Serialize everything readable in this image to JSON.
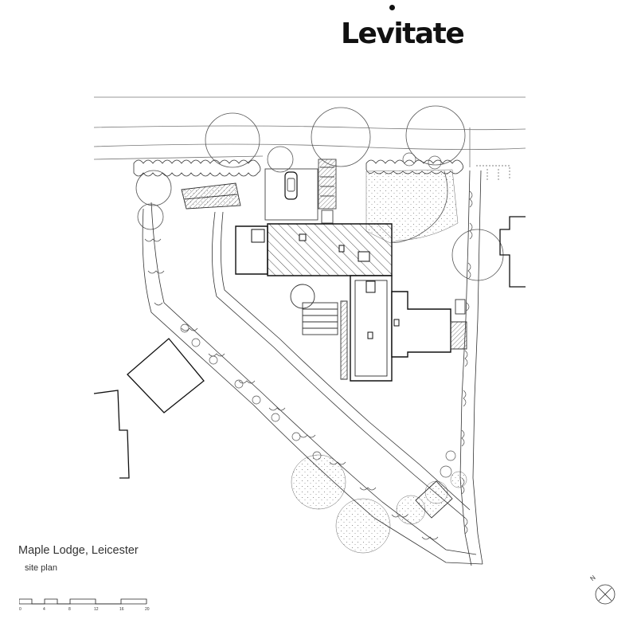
{
  "brand": {
    "name": "Levitate"
  },
  "drawing": {
    "title": "Maple Lodge, Leicester",
    "subtitle": "site plan"
  },
  "north_arrow": {
    "label": "N"
  },
  "scale_bar": {
    "ticks": [
      "0",
      "4",
      "8",
      "12",
      "16",
      "20"
    ]
  },
  "colors": {
    "ink": "#111111",
    "line": "#555555",
    "background": "#ffffff"
  }
}
